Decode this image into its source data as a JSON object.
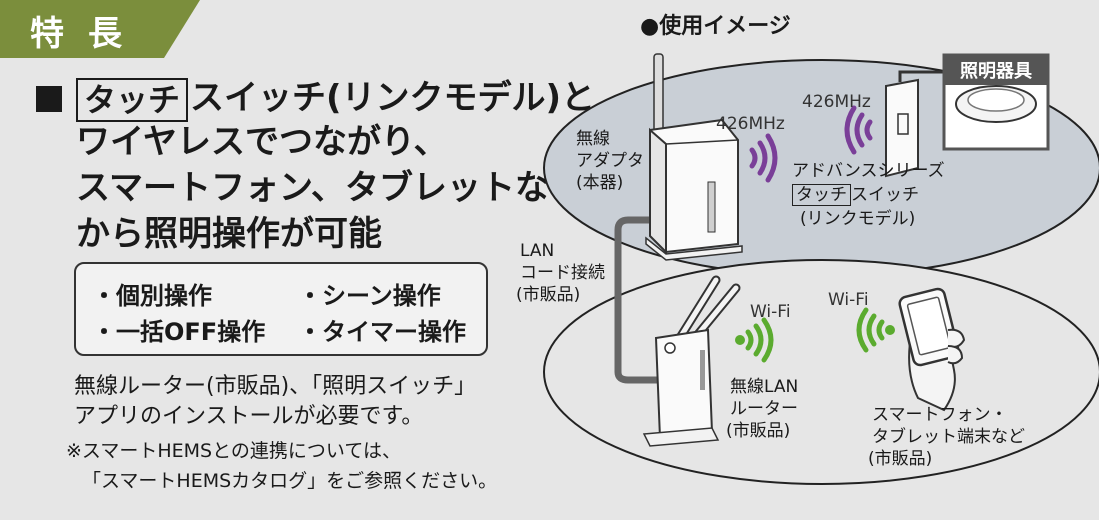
{
  "header": {
    "tag": "特長"
  },
  "heading": {
    "touch_box": "タッチ",
    "line1_rest": "スイッチ(リンクモデル)と",
    "line2": "ワイヤレスでつながり、",
    "line3": "スマートフォン、タブレットなど",
    "line4": "から照明操作が可能"
  },
  "features": [
    "・個別操作",
    "・シーン操作",
    "・一括OFF操作",
    "・タイマー操作"
  ],
  "notes": {
    "line1": "無線ルーター(市販品)、「照明スイッチ」",
    "line2": "アプリのインストールが必要です。",
    "line3": "※スマートHEMSとの連携については、",
    "line4": "「スマートHEMSカタログ」をご参照ください。"
  },
  "image": {
    "title": "●使用イメージ",
    "adapter_label": "無線アダプタ(本器)",
    "adapter_lines": [
      "無線",
      "アダプタ",
      "(本器)"
    ],
    "freq1": "426MHz",
    "freq2": "426MHz",
    "lighting_tag": "照明器具",
    "adv_series": "アドバンスシリーズ",
    "adv_touch": "タッチ",
    "adv_switch": "スイッチ",
    "adv_model": "(リンクモデル)",
    "lan_lines": [
      "LAN",
      "コード接続",
      "(市販品)"
    ],
    "wifi1": "Wi-Fi",
    "wifi2": "Wi-Fi",
    "router_lines": [
      "無線LAN",
      "ルーター",
      "(市販品)"
    ],
    "smart_lines": [
      "スマートフォン・",
      "タブレット端末など",
      "(市販品)"
    ],
    "colors": {
      "radio": "#7a3f98",
      "wifi": "#5bab2f",
      "header": "#7b8e3c"
    }
  }
}
